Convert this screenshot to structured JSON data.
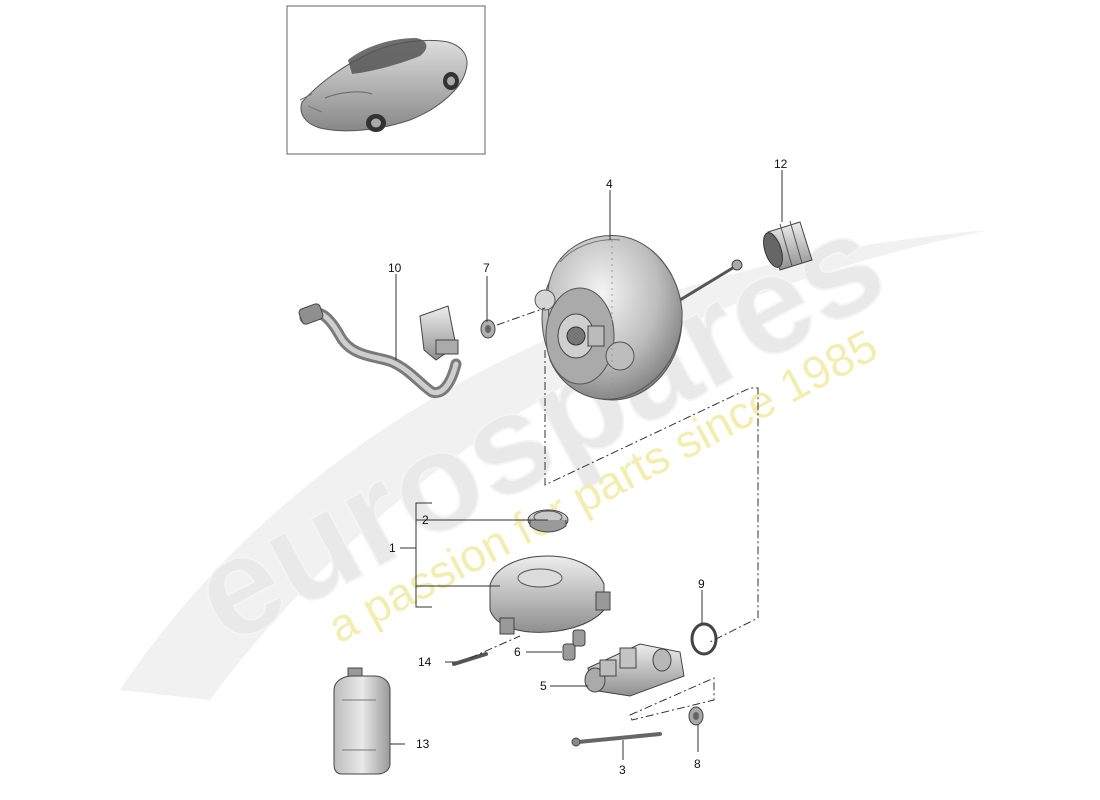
{
  "watermark": {
    "brand": "eurospares",
    "tagline": "a passion for parts since 1985",
    "brand_color": "#e9e9e9",
    "tagline_color": "#f3eeb0"
  },
  "thumbnail": {
    "icon": "sports-car-image"
  },
  "parts": [
    {
      "ref": "1",
      "component": "master-cylinder-assembly"
    },
    {
      "ref": "2",
      "component": "reservoir-cap"
    },
    {
      "ref": "3",
      "component": "long-bolt"
    },
    {
      "ref": "4",
      "component": "brake-booster"
    },
    {
      "ref": "5",
      "component": "master-cylinder"
    },
    {
      "ref": "6",
      "component": "plug-grommets"
    },
    {
      "ref": "7",
      "component": "grommet"
    },
    {
      "ref": "8",
      "component": "washer-nut"
    },
    {
      "ref": "9",
      "component": "o-ring"
    },
    {
      "ref": "10",
      "component": "vacuum-hose"
    },
    {
      "ref": "12",
      "component": "bellows-sleeve"
    },
    {
      "ref": "13",
      "component": "brake-fluid-bottle"
    },
    {
      "ref": "14",
      "component": "pin"
    }
  ]
}
